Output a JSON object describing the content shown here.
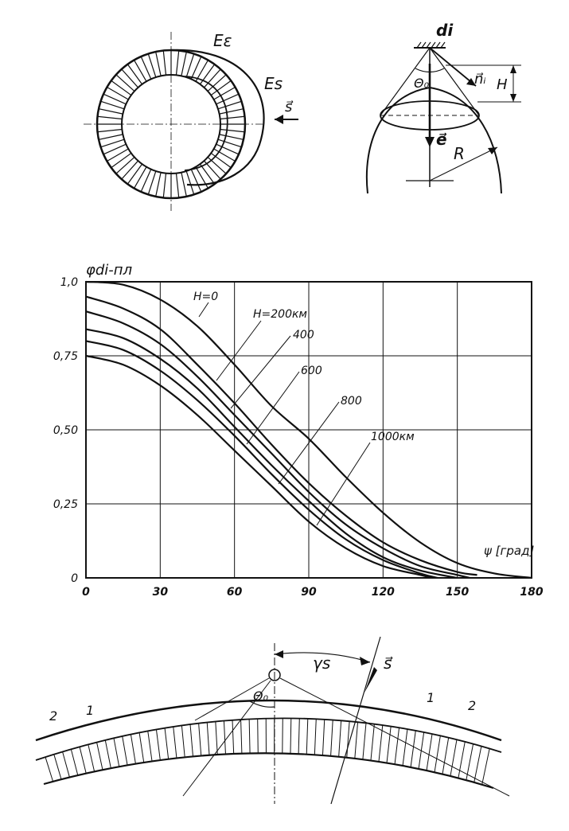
{
  "figure_top": {
    "left_labels": {
      "e_eps": "Eε",
      "e_s": "Es",
      "s_arrow": "s⃗"
    },
    "right_labels": {
      "di": "di",
      "theta0": "Θ₀",
      "n_i": "n⃗ᵢ",
      "h": "H",
      "e": "e⃗",
      "r": "R"
    }
  },
  "chart_data": {
    "type": "line",
    "ylabel": "φdi-пл",
    "xlabel": "ψ [град]",
    "xlim": [
      0,
      180
    ],
    "ylim": [
      0,
      1.0
    ],
    "x_ticks": [
      "0",
      "30",
      "60",
      "90",
      "120",
      "150",
      "180"
    ],
    "y_ticks": [
      "0",
      "0,25",
      "0,50",
      "0,75",
      "1,0"
    ],
    "grid": true,
    "series": [
      {
        "name": "H=0",
        "x": [
          0,
          15,
          30,
          45,
          60,
          75,
          90,
          105,
          120,
          135,
          150,
          165,
          180
        ],
        "values": [
          1.0,
          0.99,
          0.94,
          0.85,
          0.72,
          0.58,
          0.47,
          0.34,
          0.22,
          0.12,
          0.05,
          0.015,
          0.0
        ]
      },
      {
        "name": "H=200км",
        "x": [
          0,
          15,
          30,
          45,
          60,
          75,
          90,
          105,
          120,
          135,
          150,
          158
        ],
        "values": [
          0.95,
          0.91,
          0.84,
          0.72,
          0.59,
          0.45,
          0.32,
          0.21,
          0.12,
          0.06,
          0.02,
          0.01
        ]
      },
      {
        "name": "400",
        "x": [
          0,
          15,
          30,
          45,
          60,
          75,
          90,
          105,
          120,
          135,
          150,
          155
        ],
        "values": [
          0.9,
          0.86,
          0.79,
          0.68,
          0.55,
          0.42,
          0.29,
          0.18,
          0.1,
          0.04,
          0.01,
          0.0
        ]
      },
      {
        "name": "600",
        "x": [
          0,
          15,
          30,
          45,
          60,
          75,
          90,
          105,
          120,
          135,
          150
        ],
        "values": [
          0.84,
          0.81,
          0.74,
          0.64,
          0.51,
          0.38,
          0.26,
          0.15,
          0.07,
          0.025,
          0.0
        ]
      },
      {
        "name": "800",
        "x": [
          0,
          15,
          30,
          45,
          60,
          75,
          90,
          105,
          120,
          135,
          142
        ],
        "values": [
          0.8,
          0.77,
          0.7,
          0.6,
          0.48,
          0.35,
          0.23,
          0.13,
          0.06,
          0.015,
          0.0
        ]
      },
      {
        "name": "1000км",
        "x": [
          0,
          15,
          30,
          45,
          60,
          75,
          90,
          105,
          120,
          135,
          140
        ],
        "values": [
          0.75,
          0.72,
          0.65,
          0.55,
          0.43,
          0.31,
          0.19,
          0.1,
          0.04,
          0.01,
          0.0
        ]
      }
    ]
  },
  "figure_bottom": {
    "labels": {
      "gamma_s": "γs",
      "theta0": "Θ₀",
      "s_arrow": "s⃗",
      "curve1_left": "1",
      "curve2_left": "2",
      "curve1_right": "1",
      "curve2_right": "2"
    }
  }
}
